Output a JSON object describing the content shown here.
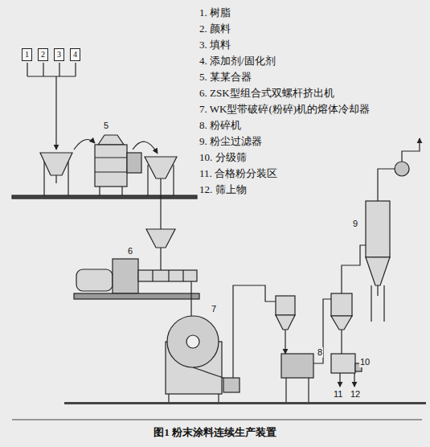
{
  "diagram": {
    "caption": "图1 粉末涂料连续生产装置",
    "nodes": [
      {
        "text": [
          "1"
        ]
      },
      {
        "text": [
          "2"
        ]
      },
      {
        "text": [
          "3"
        ]
      },
      {
        "text": [
          "4"
        ]
      }
    ],
    "labels": [
      "1. 树脂",
      "2. 颜料",
      "3. 填料",
      "4. 添加剂/固化剂",
      "5. 某某合器",
      "6. ZSK型组合式双螺杆挤出机",
      "7. WK型带破碎(粉碎)机的熔体冷却器",
      "8. 粉碎机",
      "9. 粉尘过滤器",
      "10. 分级筛",
      "11. 合格粉分装区",
      "12. 筛上物",
      "5",
      "6",
      "7",
      "8",
      "9",
      "10",
      "11",
      "12"
    ]
  }
}
